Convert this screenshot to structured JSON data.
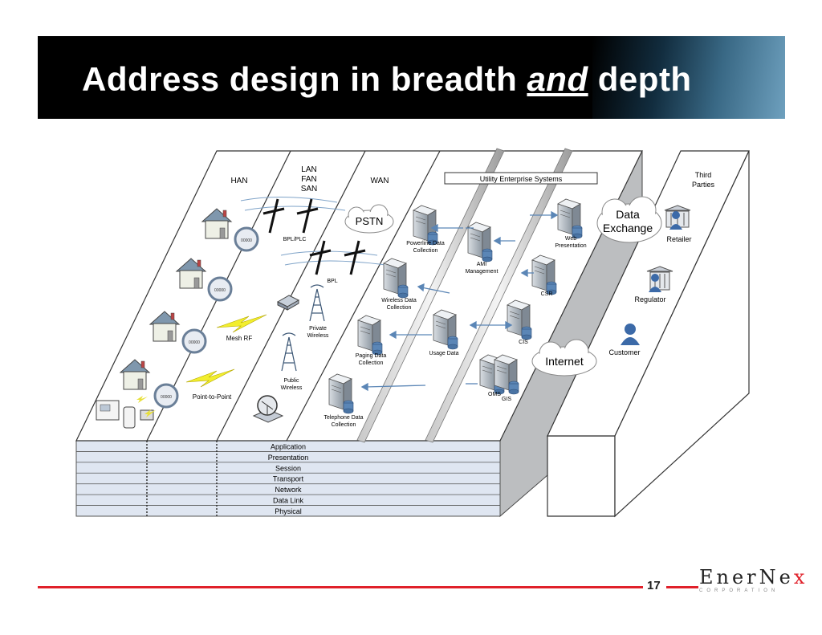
{
  "slide": {
    "title_part1": "Address design in breadth ",
    "title_emphasis": "and",
    "title_part2": " depth",
    "page_number": "17"
  },
  "logo": {
    "name_main": "EnerNe",
    "name_x": "x",
    "subtitle": "CORPORATION",
    "colors": {
      "accent": "#e0202a",
      "text": "#222222"
    }
  },
  "diagram": {
    "columns": {
      "han": "HAN",
      "lan_1": "LAN",
      "lan_2": "FAN",
      "lan_3": "SAN",
      "wan": "WAN",
      "third_1": "Third",
      "third_2": "Parties"
    },
    "enterprise_header": "Utility Enterprise Systems",
    "clouds": {
      "pstn": "PSTN",
      "data_exchange_1": "Data",
      "data_exchange_2": "Exchange",
      "internet": "Internet"
    },
    "han_labels": {
      "meter": "00000",
      "mesh_rf": "Mesh RF",
      "point_to_point": "Point-to-Point"
    },
    "lan_labels": {
      "bpl_plc": "BPL/PLC",
      "bpl": "BPL",
      "private_wireless_1": "Private",
      "private_wireless_2": "Wireless",
      "public_wireless_1": "Public",
      "public_wireless_2": "Wireless"
    },
    "wan_labels": {
      "powerline_1": "Powerline Data",
      "powerline_2": "Collection",
      "wireless_1": "Wireless Data",
      "wireless_2": "Collection",
      "paging_1": "Paging Data",
      "paging_2": "Collection",
      "telephone_1": "Telephone Data",
      "telephone_2": "Collection"
    },
    "enterprise_labels": {
      "ami_1": "AMI",
      "ami_2": "Management",
      "usage": "Usage Data",
      "oms": "OMS",
      "gis": "GIS",
      "web_1": "Web",
      "web_2": "Presentation",
      "csr": "CSR",
      "cis": "CIS"
    },
    "third_party_labels": {
      "retailer": "Retailer",
      "regulator": "Regulator",
      "customer": "Customer"
    },
    "osi_layers": [
      "Application",
      "Presentation",
      "Session",
      "Transport",
      "Network",
      "Data Link",
      "Physical"
    ]
  }
}
